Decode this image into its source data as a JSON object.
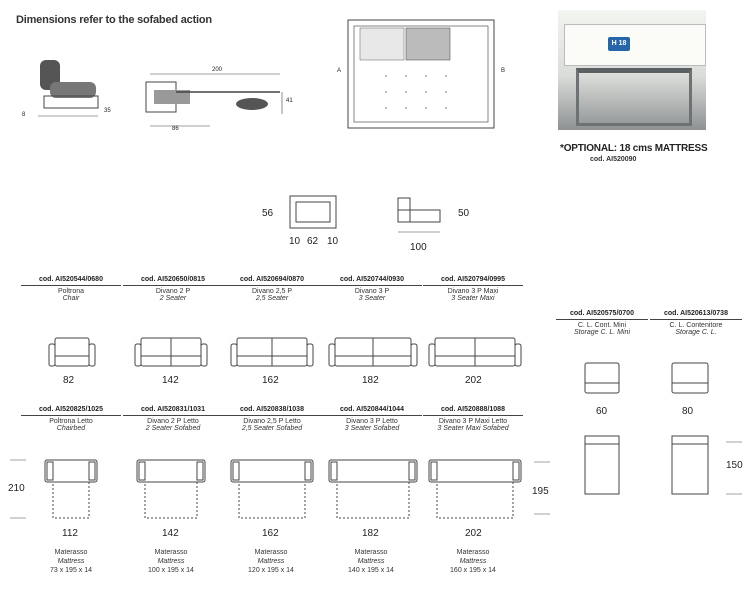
{
  "header": {
    "title": "Dimensions refer to the sofabed action"
  },
  "optional": {
    "title": "*OPTIONAL: 18 cms MATTRESS",
    "code": "cod. AI520090",
    "badge": "H 18"
  },
  "top_drawings": {
    "chair_dims": [
      "8",
      "35"
    ],
    "open_dims": [
      "200",
      "86",
      "41"
    ],
    "plan_dims": [
      "A",
      "B"
    ]
  },
  "small_dims": {
    "front": {
      "height": "56",
      "arm": "10",
      "seat": "62",
      "arm2": "10"
    },
    "side": {
      "height": "50",
      "depth": "100"
    }
  },
  "row1": [
    {
      "code": "cod. AI520544/0680",
      "name": "Poltrona",
      "name_en": "Chair",
      "width": "82"
    },
    {
      "code": "cod. AI520650/0815",
      "name": "Divano 2 P",
      "name_en": "2 Seater",
      "width": "142"
    },
    {
      "code": "cod. AI520694/0870",
      "name": "Divano 2,5 P",
      "name_en": "2,5 Seater",
      "width": "162"
    },
    {
      "code": "cod. AI520744/0930",
      "name": "Divano 3 P",
      "name_en": "3 Seater",
      "width": "182"
    },
    {
      "code": "cod. AI520794/0995",
      "name": "Divano 3 P Maxi",
      "name_en": "3 Seater Maxi",
      "width": "202"
    }
  ],
  "row2": [
    {
      "code": "cod. AI520825/1025",
      "name": "Poltrona Letto",
      "name_en": "Chairbed",
      "width": "112",
      "m_it": "Materasso",
      "m_en": "Mattress",
      "m_size": "73 x 195 x 14"
    },
    {
      "code": "cod. AI520831/1031",
      "name": "Divano 2 P Letto",
      "name_en": "2 Seater Sofabed",
      "width": "142",
      "m_it": "Materasso",
      "m_en": "Mattress",
      "m_size": "100 x 195 x 14"
    },
    {
      "code": "cod. AI520838/1038",
      "name": "Divano 2,5 P Letto",
      "name_en": "2,5 Seater Sofabed",
      "width": "162",
      "m_it": "Materasso",
      "m_en": "Mattress",
      "m_size": "120 x 195 x 14"
    },
    {
      "code": "cod. AI520844/1044",
      "name": "Divano 3 P Letto",
      "name_en": "3 Seater Sofabed",
      "width": "182",
      "m_it": "Materasso",
      "m_en": "Mattress",
      "m_size": "140 x 195 x 14"
    },
    {
      "code": "cod. AI520888/1088",
      "name": "Divano 3 P Maxi Letto",
      "name_en": "3 Seater Maxi Sofabed",
      "width": "202",
      "m_it": "Materasso",
      "m_en": "Mattress",
      "m_size": "160 x 195 x 14"
    }
  ],
  "row2_dims": {
    "left": "210",
    "right": "195"
  },
  "storage": [
    {
      "code": "cod. AI520575/0700",
      "name": "C. L. Cont. Mini",
      "name_en": "Storage C. L. Mini",
      "width": "60"
    },
    {
      "code": "cod. AI520613/0738",
      "name": "C. L. Contenitore",
      "name_en": "Storage C. L.",
      "width": "80"
    }
  ],
  "storage_dims": {
    "depth": "150"
  }
}
